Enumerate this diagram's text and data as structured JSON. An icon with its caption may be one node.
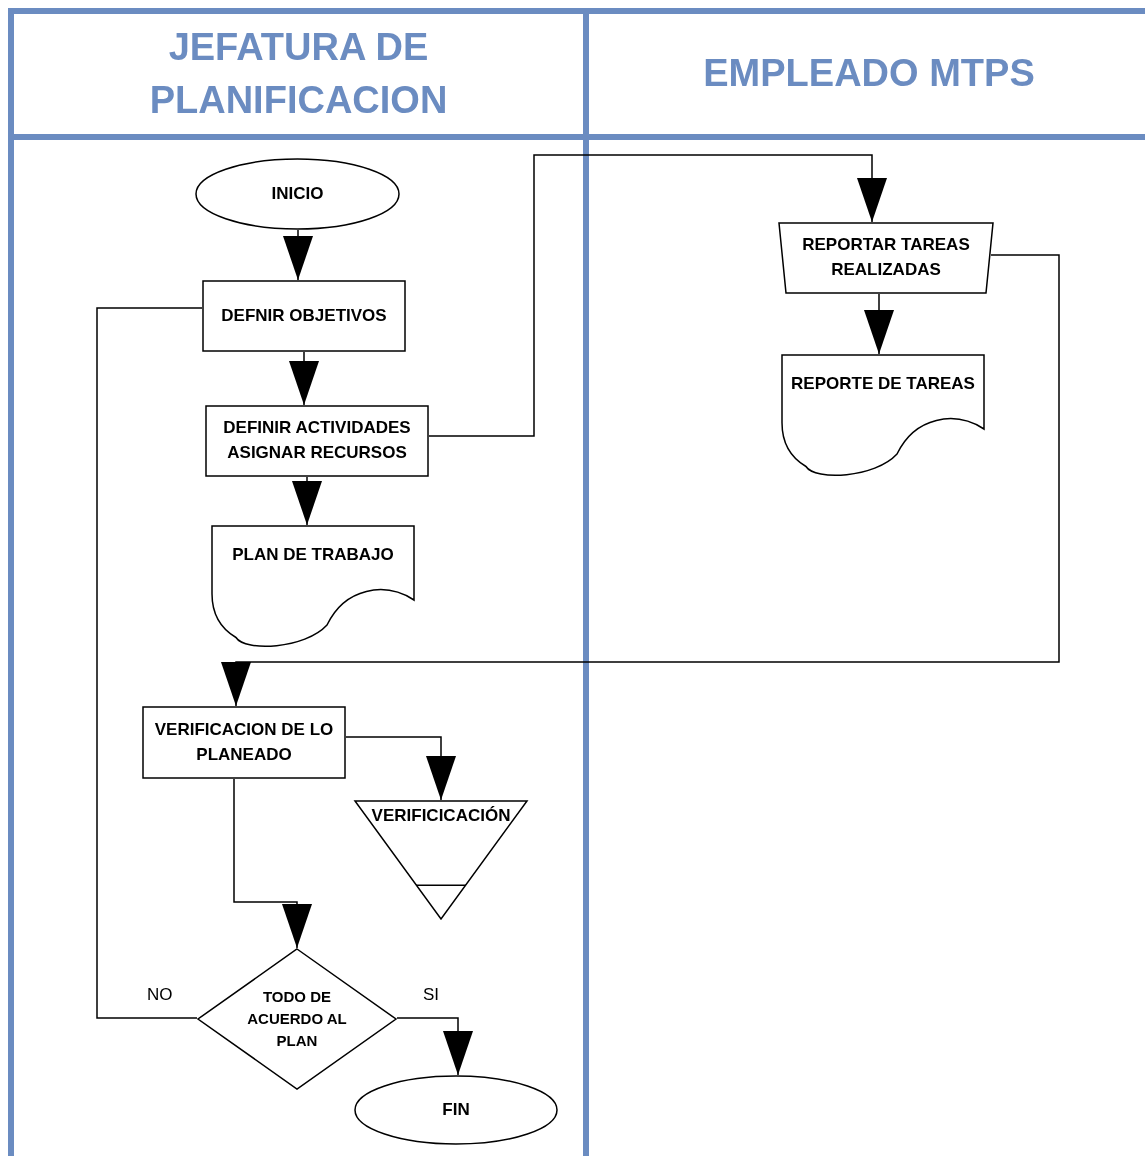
{
  "diagram": {
    "nodes": [
      {
        "text": [
          "JEFATURA DE PLANIFICACION"
        ]
      },
      {
        "text": [
          "EMPLEADO MTPS"
        ]
      },
      {
        "text": [
          "INICIO"
        ],
        "in": 0
      },
      {
        "text": [
          "DEFNIR OBJETIVOS"
        ],
        "in": 0
      },
      {
        "text": [
          "DEFINIR ACTIVIDADES ASIGNAR RECURSOS"
        ],
        "in": 0
      },
      {
        "text": [
          "PLAN DE TRABAJO"
        ],
        "in": 0
      },
      {
        "text": [
          "REPORTAR TAREAS REALIZADAS"
        ],
        "in": 1
      },
      {
        "text": [
          "REPORTE DE TAREAS"
        ],
        "in": 1
      },
      {
        "text": [
          "VERIFICACION DE LO PLANEADO"
        ],
        "in": 0
      },
      {
        "text": [
          "VERIFICICACIÓN"
        ],
        "in": 0
      },
      {
        "text": [
          "TODO DE ACUERDO AL PLAN"
        ],
        "in": 0
      },
      {
        "text": [
          "FIN"
        ],
        "in": 0
      }
    ],
    "edges": [
      {
        "from": 2,
        "to": 3,
        "arrow": "to"
      },
      {
        "from": 3,
        "to": 4,
        "arrow": "to"
      },
      {
        "from": 4,
        "to": 5,
        "arrow": "to"
      },
      {
        "from": 4,
        "to": 6,
        "arrow": "to"
      },
      {
        "from": 6,
        "to": 7,
        "arrow": "to"
      },
      {
        "from": 6,
        "to": 8,
        "arrow": "to"
      },
      {
        "from": 8,
        "to": 9,
        "arrow": "to"
      },
      {
        "from": 8,
        "to": 10,
        "arrow": "to"
      },
      {
        "from": 10,
        "to": 3,
        "arrow": "none",
        "label": "NO"
      },
      {
        "from": 10,
        "to": 11,
        "arrow": "to",
        "label": "SI"
      }
    ]
  }
}
